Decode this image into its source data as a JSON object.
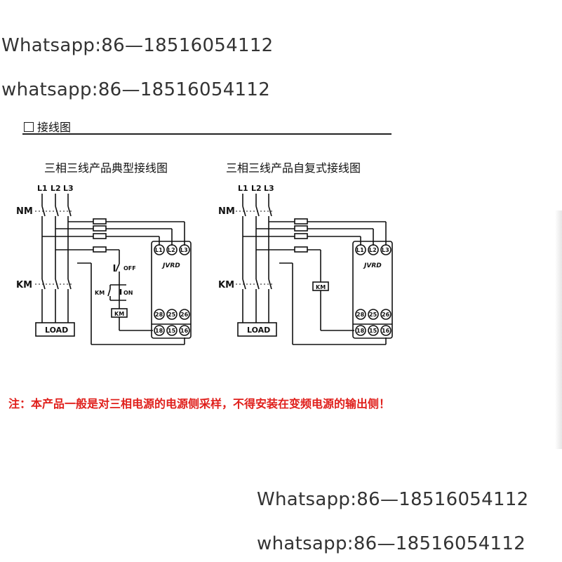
{
  "watermarks": [
    "Whatsapp:86—18516054112",
    "whatsapp:86—18516054112",
    "Whatsapp:86—18516054112",
    "whatsapp:86—18516054112"
  ],
  "section_title": "接线图",
  "diagrams": [
    {
      "title": "三相三线产品典型接线图",
      "phase_labels": [
        "L1",
        "L2",
        "L3"
      ],
      "nm_label": "NM",
      "km_label": "KM",
      "load_label": "LOAD",
      "device_label": "JVRD",
      "top_terminals": [
        "L1",
        "L2",
        "L3"
      ],
      "contact_terminals": [
        "28",
        "25",
        "26"
      ],
      "coil_terminals": [
        "18",
        "15",
        "16"
      ],
      "off_label": "OFF",
      "on_label": "ON",
      "km_aux_label": "KM",
      "km_coil_label": "KM"
    },
    {
      "title": "三相三线产品自复式接线图",
      "phase_labels": [
        "L1",
        "L2",
        "L3"
      ],
      "nm_label": "NM",
      "km_label": "KM",
      "load_label": "LOAD",
      "device_label": "JVRD",
      "top_terminals": [
        "L1",
        "L2",
        "L3"
      ],
      "contact_terminals": [
        "28",
        "25",
        "26"
      ],
      "coil_terminals": [
        "18",
        "15",
        "16"
      ],
      "km_coil_label": "KM"
    }
  ],
  "note": "注：本产品一般是对三相电源的电源侧采样，不得安装在变频电源的输出侧！",
  "colors": {
    "note": "#e0201c",
    "line": "#111111"
  }
}
